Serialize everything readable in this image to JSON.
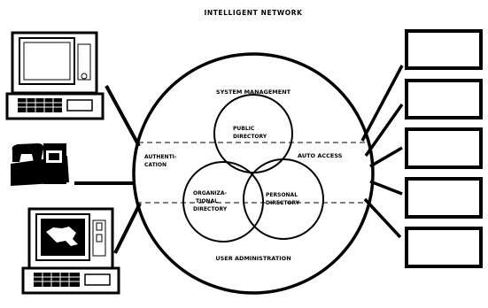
{
  "title": "INTELLIGENT NETWORK",
  "circle": {
    "top_label": "SYSTEM MANAGEMENT",
    "bottom_label": "USER ADMINISTRATION",
    "left_label_lines": [
      "AUTHENTI-",
      "CATION"
    ],
    "right_label": "AUTO ACCESS"
  },
  "sets": {
    "public_lines": [
      "PUBLIC",
      "DIRECTORY"
    ],
    "organizational_lines": [
      "ORGANIZA-",
      "TIONAL",
      "DIRECTORY"
    ],
    "personal_lines": [
      "PERSONAL",
      "DIRECTORY"
    ]
  },
  "devices_left": [
    "computer-terminal",
    "telephone",
    "computer-terminal-with-map"
  ],
  "output_boxes": 5
}
